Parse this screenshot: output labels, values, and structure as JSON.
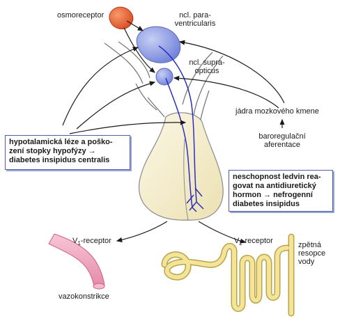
{
  "labels": {
    "osmoreceptor": "osmoreceptor",
    "paraventricularis_1": "ncl. para-",
    "paraventricularis_2": "ventricularis",
    "supraopticus_1": "ncl. supra-",
    "supraopticus_2": "opticus",
    "brainstem_nuclei": "jádra mozkového kmene",
    "baroreg_1": "baroregulační",
    "baroreg_2": "aferentace",
    "v1_receptor_base": "V",
    "v1_receptor_sub": "1",
    "v1_receptor_rest": "-receptor",
    "v2_receptor_base": "V",
    "v2_receptor_sub": "2",
    "v2_receptor_rest": "-receptor",
    "vasoconstriction": "vazokonstrikce",
    "reabsorption_1": "zpětná",
    "reabsorption_2": "resopce",
    "reabsorption_3": "vody"
  },
  "boxes": {
    "central_1": "hypotalamická léze a poško-",
    "central_2": "zení stopky hypofýzy",
    "central_arrow": "→",
    "central_3": "diabetes insipidus centralis",
    "nephro_1": "neschopnost ledvin rea-",
    "nephro_2": "govat na antidiuretický",
    "nephro_3a": "hormon",
    "nephro_arrow": "→",
    "nephro_3b": "nefrogenní",
    "nephro_4": "diabetes insipidus"
  },
  "colors": {
    "osmoreceptor": "#e0582a",
    "nucleus": "#7d8ce0",
    "axon": "#2a2ec0",
    "pituitary": "#f7f0cf",
    "vessel": "#f0a8c0",
    "tubule": "#f3e49a",
    "box_border": "#4a5fb0"
  }
}
